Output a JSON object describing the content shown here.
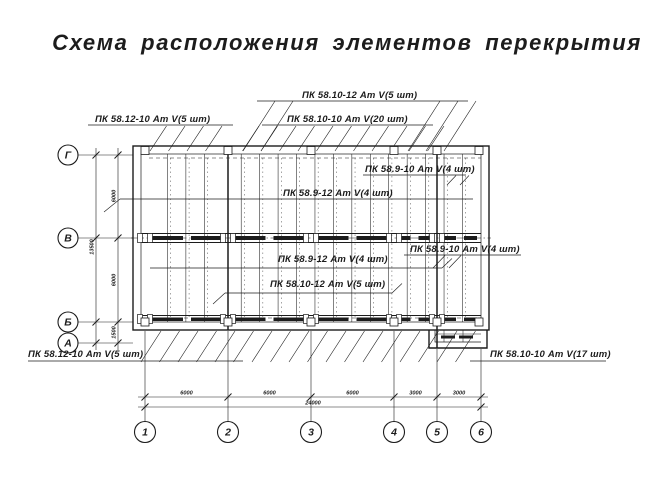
{
  "title": "Схема расположения элементов перекрытия",
  "slab_labels": {
    "top_row_upper": "ПК 58.10-12 Ат V(5 шт)",
    "top_row_left": "ПК 58.12-10 Ат V(5 шт)",
    "top_row_center": "ПК 58.10-10 Ат V(20 шт)",
    "mid_upper_right": "ПК 58.9-10 Ат V(4 шт)",
    "mid_upper": "ПК 58.9-12 Ат V(4 шт)",
    "mid_lower_right": "ПК 58.9-10 Ат V(4 шт)",
    "mid_lower": "ПК 58.9-12 Ат V(4 шт)",
    "mid_bottom": "ПК 58.10-12 Ат V(5 шт)",
    "bottom_left": "ПК 58.12-10 Ат V(5 шт)",
    "bottom_right": "ПК 58.10-10 Ат V(17 шт)"
  },
  "grid_axes": {
    "rows": [
      "Г",
      "В",
      "Б",
      "А"
    ],
    "cols": [
      "1",
      "2",
      "3",
      "4",
      "5",
      "6"
    ]
  },
  "dimensions": {
    "bottom_segments": [
      "6000",
      "6000",
      "6000",
      "3000",
      "3000"
    ],
    "bottom_total": "24000",
    "left_segments": [
      "6000",
      "6000",
      "1500"
    ],
    "left_total": "13500"
  },
  "colors": {
    "ink": "#1c1c1c",
    "background": "#ffffff"
  }
}
